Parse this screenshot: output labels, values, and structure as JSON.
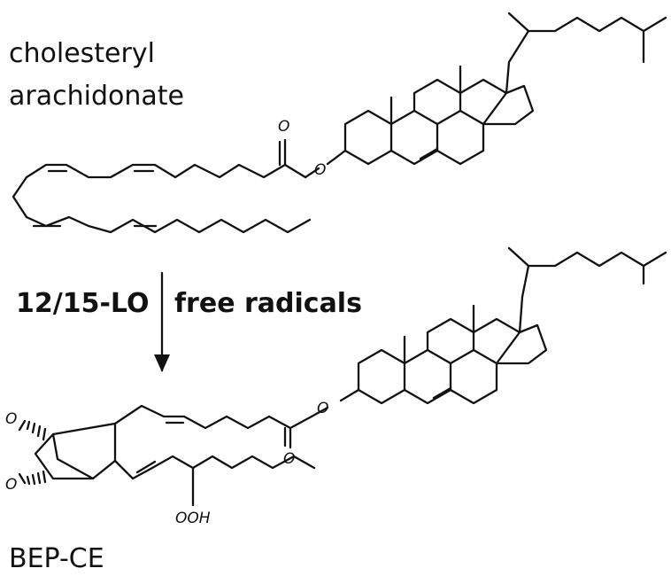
{
  "labels": {
    "reactant_line1": "cholesteryl",
    "reactant_line2": "arachidonate",
    "pathway_enzymatic": "12/15-LO",
    "pathway_radical": "free radicals",
    "product": "BEP-CE"
  },
  "atoms": {
    "carbonyl_o_top": "O",
    "ester_o_top": "O",
    "carbonyl_o_bottom": "O",
    "ester_o_bottom": "O",
    "peroxide_o_upper": "O",
    "peroxide_o_lower": "O",
    "hydroperoxy": "OOH"
  },
  "colors": {
    "ink": "#111111",
    "background": "#ffffff"
  }
}
